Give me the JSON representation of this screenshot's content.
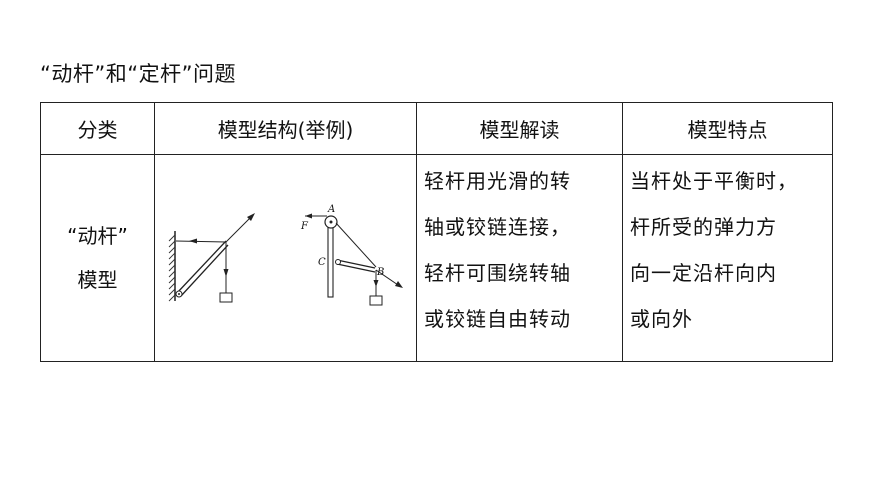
{
  "title": "“动杆”和“定杆”问题",
  "table": {
    "headers": [
      "分类",
      "模型结构(举例)",
      "模型解读",
      "模型特点"
    ],
    "row": {
      "category_line1": "“动杆”",
      "category_line2": "模型",
      "interpretation": [
        "轻杆用光滑的转",
        "轴或铰链连接，",
        "轻杆可围绕转轴",
        "或铰链自由转动"
      ],
      "features": [
        "当杆处于平衡时，",
        "杆所受的弹力方",
        "向一定沿杆向内",
        "或向外"
      ]
    }
  },
  "diagram_labels": {
    "a": "A",
    "b": "B",
    "c": "C",
    "f": "F"
  }
}
